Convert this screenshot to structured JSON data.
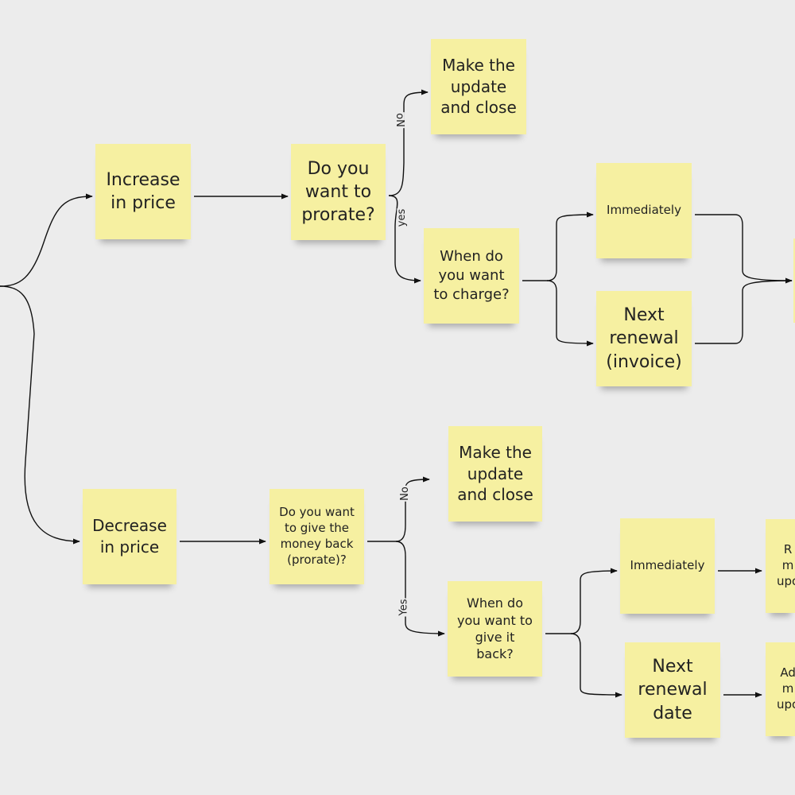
{
  "notes": {
    "increase": "Increase\nin price",
    "prorate_q": "Do you\nwant to\nprorate?",
    "make_update_top": "Make the\nupdate\nand close",
    "when_charge": "When do\nyou want\nto charge?",
    "immediately_top": "Immediately",
    "next_renewal_invoice": "Next\nrenewal\n(invoice)",
    "decrease": "Decrease\nin price",
    "money_back_q": "Do you want\nto give the\nmoney back\n(prorate)?",
    "make_update_bottom": "Make the\nupdate\nand close",
    "when_give_back": "When do\nyou want to\ngive it\nback?",
    "immediately_bottom": "Immediately",
    "next_renewal_date": "Next\nrenewal\ndate",
    "partial_a": "R\nm\nupo",
    "partial_b": "Ad\nm\nupo"
  },
  "edge_labels": {
    "no_top": "oN",
    "yes_top": "yes",
    "no_bottom": "No",
    "yes_bottom": "Yes"
  }
}
